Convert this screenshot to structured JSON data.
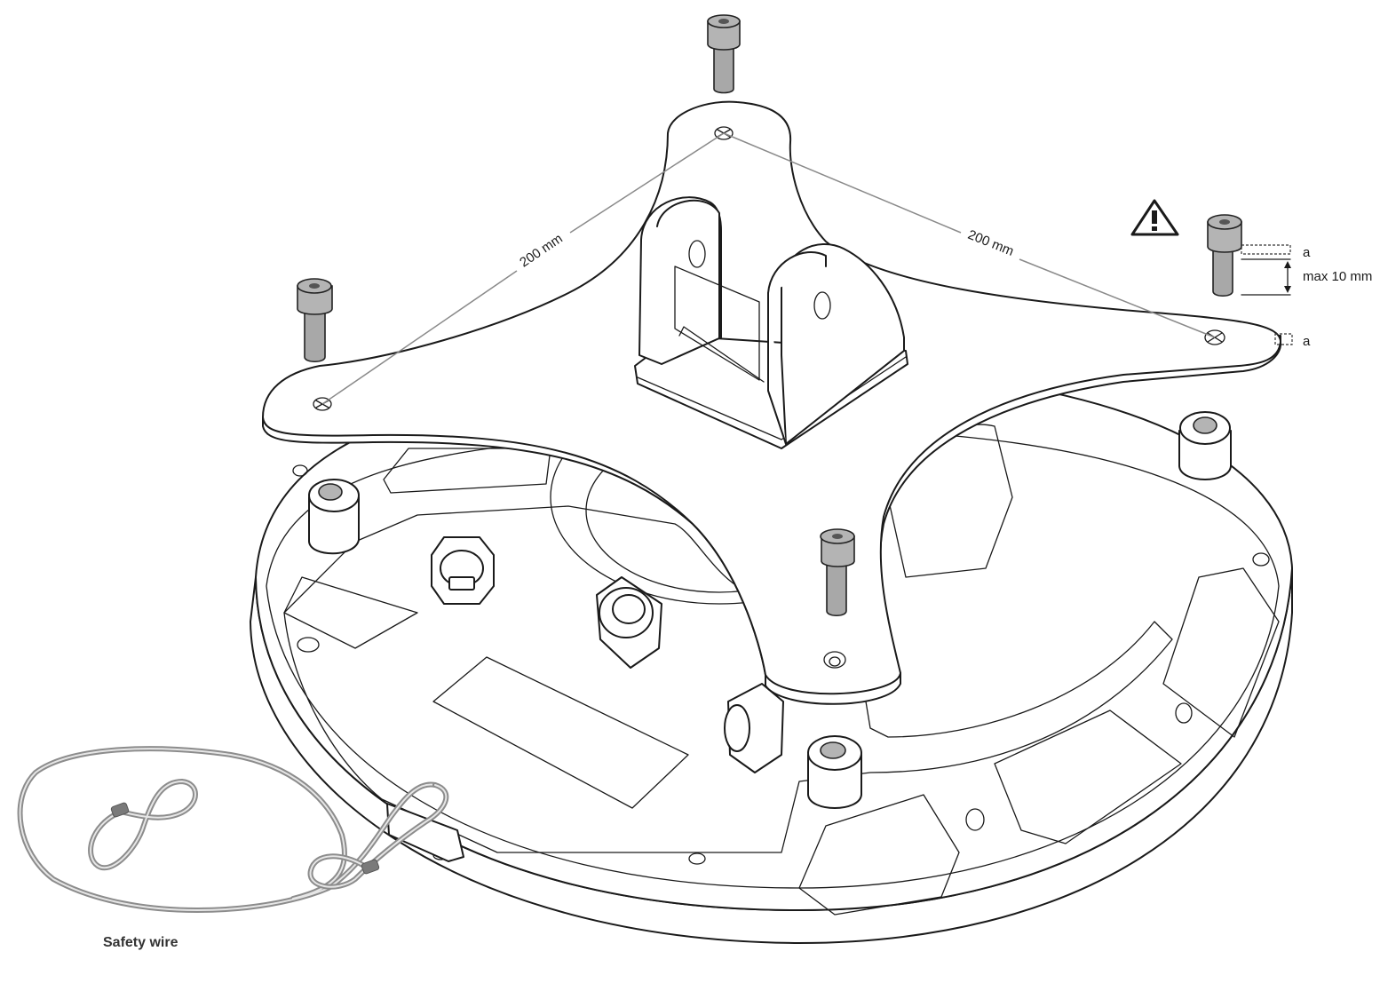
{
  "labels": {
    "dimension_left": "200 mm",
    "dimension_right": "200 mm",
    "screw_length": "max 10 mm",
    "thickness_top": "a",
    "thickness_bottom": "a",
    "safety_wire": "Safety wire"
  },
  "icons": {
    "warning": "warning-triangle-icon"
  },
  "colors": {
    "line": "#1a1a1a",
    "screw": "#b4b4b4",
    "wire": "#8c8c8c",
    "dimension": "#8a8a8a"
  }
}
